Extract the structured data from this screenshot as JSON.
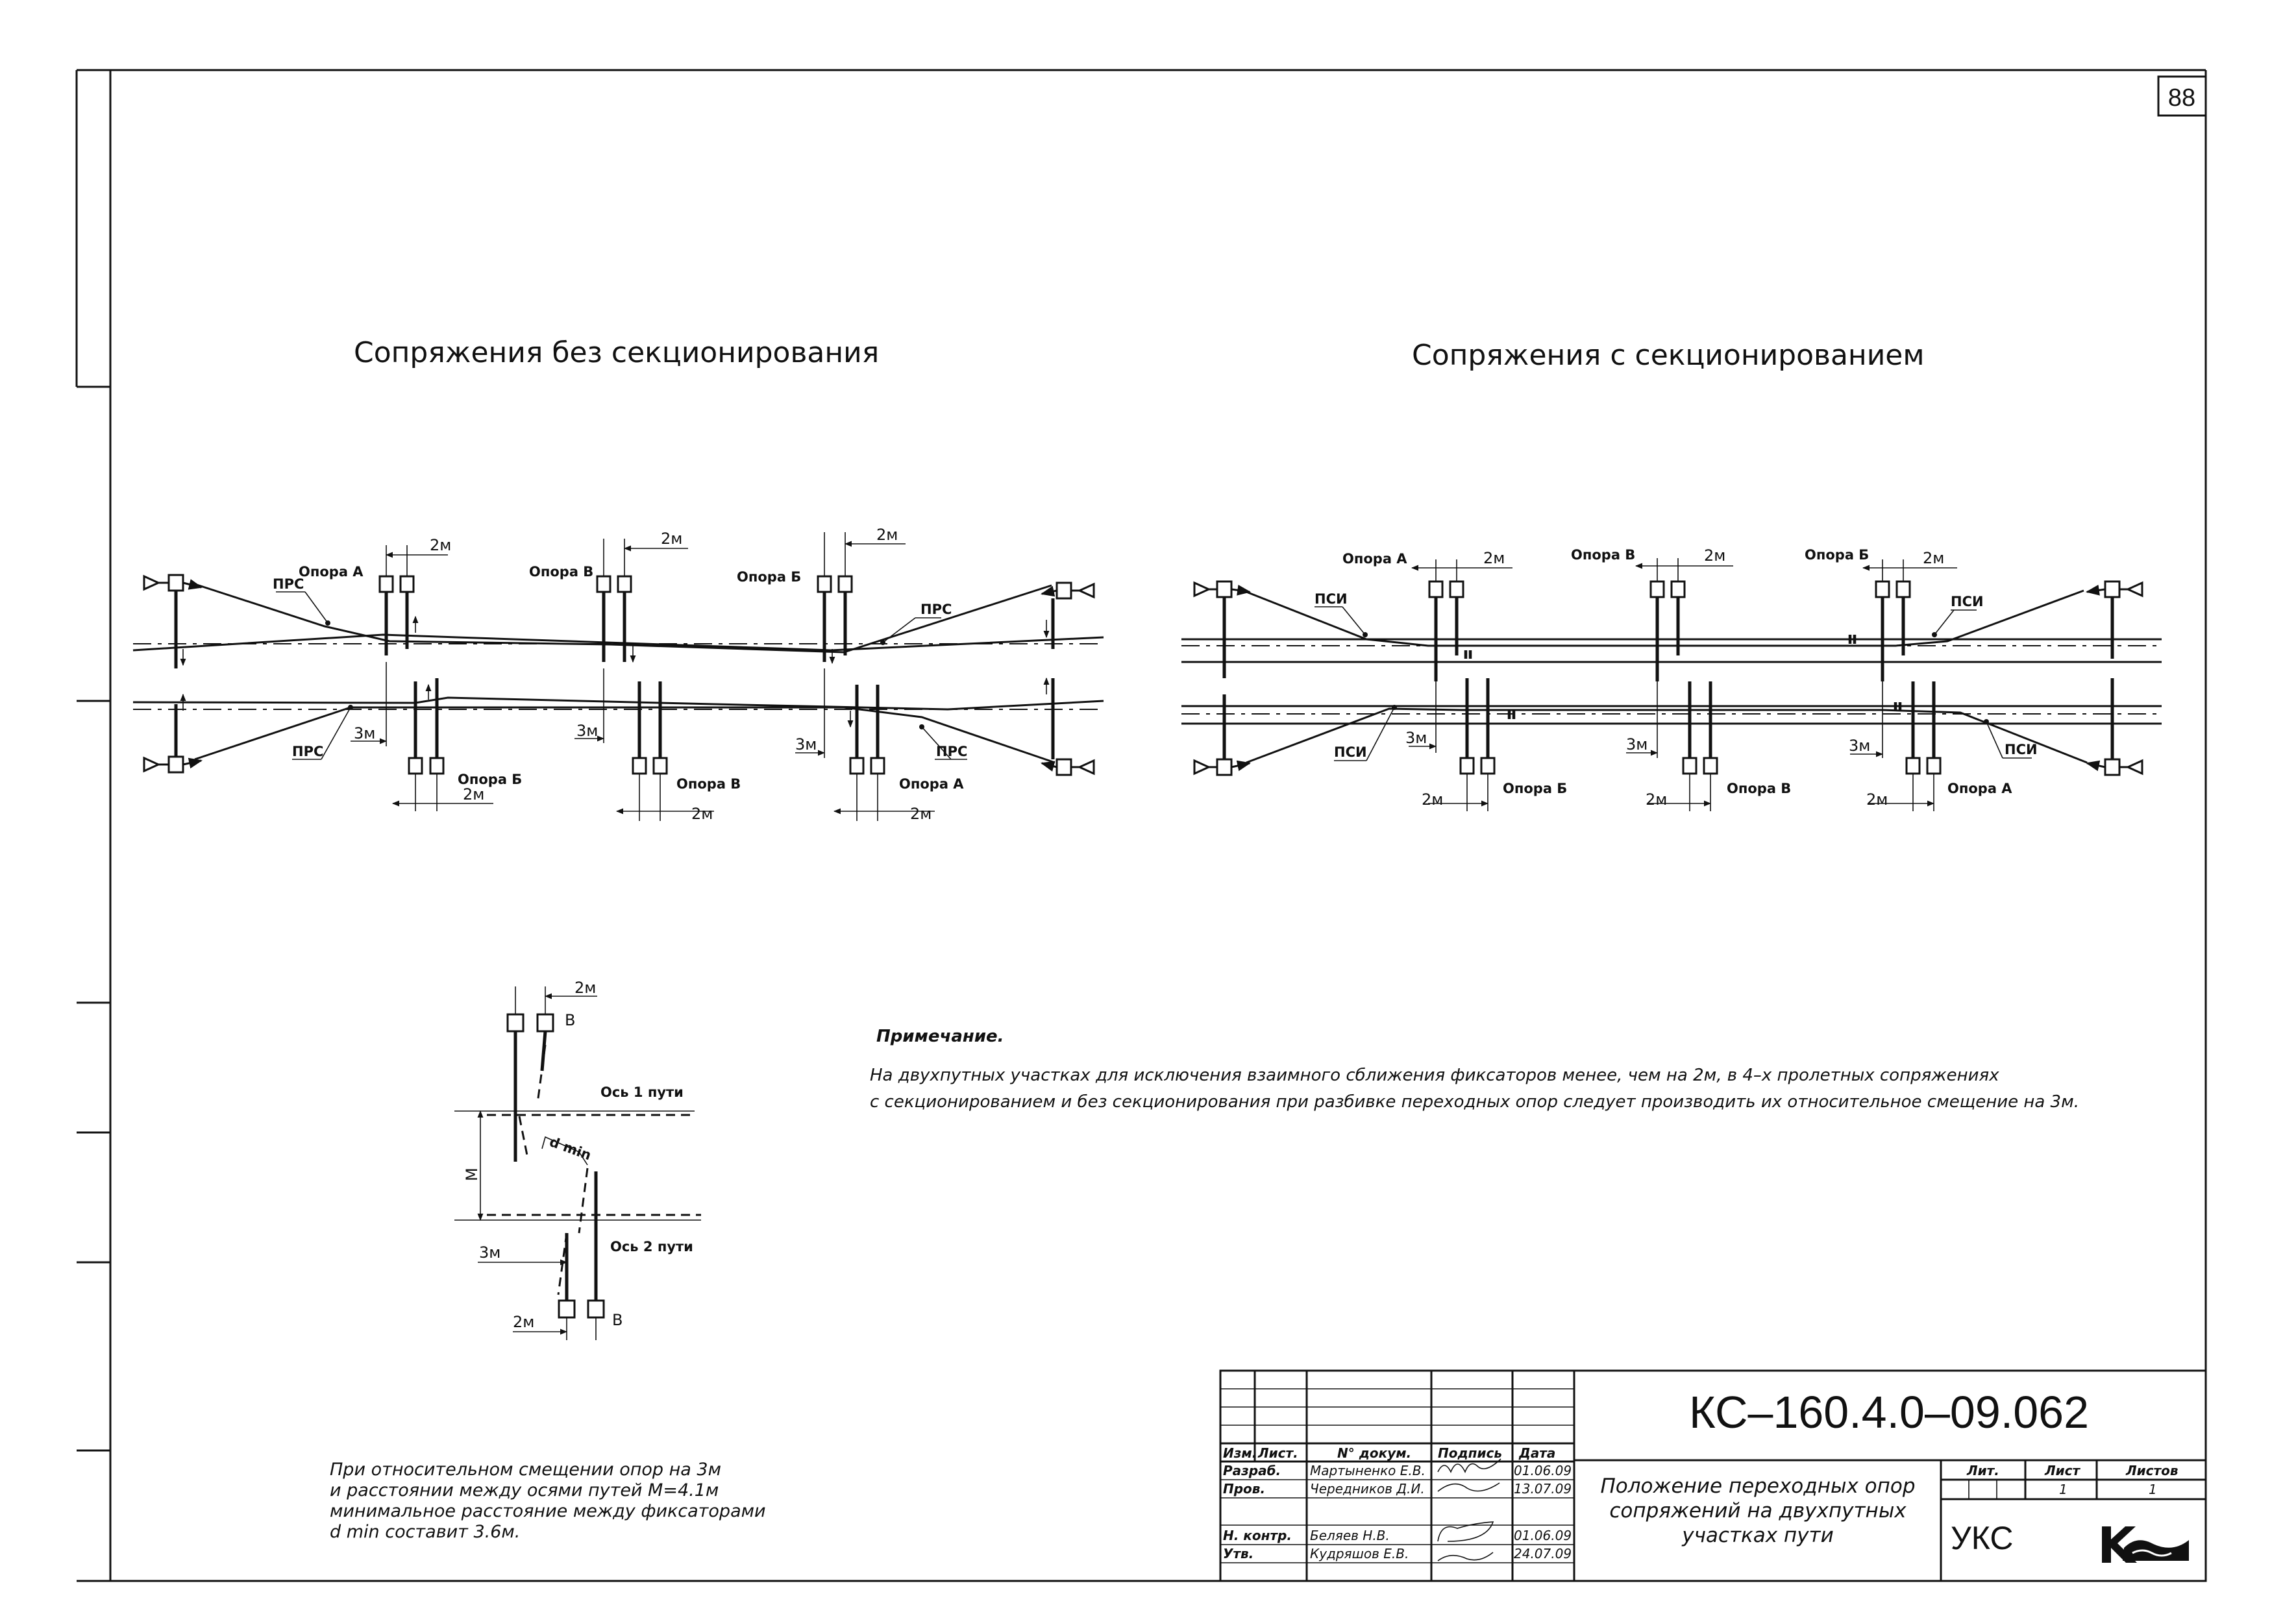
{
  "sheet": {
    "page_number": "88"
  },
  "left_diagram": {
    "title": "Сопряжения без секционирования",
    "dim_2m": "2м",
    "dim_3m": "3м",
    "upper_supports": [
      "Опора А",
      "Опора В",
      "Опора Б"
    ],
    "lower_supports": [
      "Опора Б",
      "Опора В",
      "Опора А"
    ],
    "insulator": "ПРС"
  },
  "right_diagram": {
    "title": "Сопряжения с секционированием",
    "dim_2m": "2м",
    "dim_3m": "3м",
    "upper_supports": [
      "Опора А",
      "Опора В",
      "Опора Б"
    ],
    "lower_supports": [
      "Опора Б",
      "Опора В",
      "Опора А"
    ],
    "insulator": "ПСИ"
  },
  "detail": {
    "dim_2m": "2м",
    "dim_3m": "3м",
    "label_v": "В",
    "axis1": "Ось 1 пути",
    "axis2": "Ось 2 пути",
    "M": "M",
    "dmin": "d min"
  },
  "note": {
    "heading": "Примечание.",
    "line1": "На двухпутных участках  для исключения взаимного сближения фиксаторов менее, чем на 2м, в  4–х пролетных сопряжениях",
    "line2": "с секционированием и без секционирования при разбивке переходных опор следует производить их относительное смещение на 3м."
  },
  "caption": {
    "line1": "При относительном смещении опор на 3м",
    "line2": " и расстоянии между осями путей  M=4.1м",
    "line3": "минимальное расстояние между фиксаторами",
    "line4": "d min составит 3.6м."
  },
  "stamp": {
    "headers": [
      "Изм.",
      "Лист.",
      "N° докум.",
      "Подпись",
      "Дата"
    ],
    "rows": [
      {
        "role": "Разраб.",
        "name": "Мартыненко Е.В.",
        "date": "01.06.09"
      },
      {
        "role": "Пров.",
        "name": "Чередников Д.И.",
        "date": "13.07.09"
      },
      {
        "role": "",
        "name": "",
        "date": ""
      },
      {
        "role": "Н. контр.",
        "name": "Беляев Н.В.",
        "date": "01.06.09"
      },
      {
        "role": "Утв.",
        "name": "Кудряшов Е.В.",
        "date": "24.07.09"
      }
    ],
    "code": "КС–160.4.0–09.062",
    "description": [
      "Положение переходных опор",
      "сопряжений на двухпутных",
      "участках пути"
    ],
    "lit_label": "Лит.",
    "sheet_label": "Лист",
    "sheets_label": "Листов",
    "sheet_value": "1",
    "sheets_value": "1",
    "org": "УКС",
    "logo_letter": "К"
  }
}
